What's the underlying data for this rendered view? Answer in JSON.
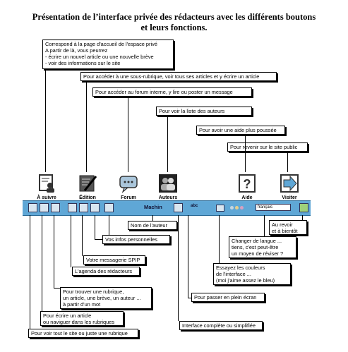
{
  "title_line1": "Présentation de l’interface privée des rédacteurs avec les différents boutons",
  "title_line2": "et leurs fonctions.",
  "top_boxes": {
    "accueil": [
      "Correspond à la page d'accueil  de l'espace privé",
      "A partir de là, vous peurrez",
      "- écrire un nouvel article ou une nouvelle brève",
      "- voir des informations sur le site"
    ],
    "edition": "Pour accéder à une sous-rubrique, voir tous ses articles et y écrire un article",
    "forum": "Pour accéder au forum interne, y lire ou poster un message",
    "auteurs": "Pour voir la liste des auteurs",
    "aide": "Pour avoir une aide plus poussée",
    "visiter": "Pour revenir sur le site public"
  },
  "nav_icons": [
    {
      "label": "À suivre",
      "icon": "document-user-icon"
    },
    {
      "label": "Édition",
      "icon": "pen-document-icon"
    },
    {
      "label": "Forum",
      "icon": "speech-bubble-icon"
    },
    {
      "label": "Auteurs",
      "icon": "users-icon"
    },
    {
      "label": "Aide",
      "icon": "question-mark-icon"
    },
    {
      "label": "Visiter",
      "icon": "arrow-forward-icon"
    }
  ],
  "toolbar": {
    "username": "Machin",
    "lang_select": "français",
    "abc_glyph": "abc"
  },
  "bottom_boxes": {
    "nom_auteur": "Nom de l'auteur",
    "infos_perso": "Vos infos personnelles",
    "messagerie": "Votre messagerie SPIP",
    "agenda": "L'agenda des rédacteurs",
    "trouver": [
      "Pour trouver une rubrique,",
      "un article, une brève, un auteur ...",
      "à partir d'un mot"
    ],
    "ecrire": [
      "Pour écrire un article",
      "ou naviguer dans les rubriques"
    ],
    "voir_site": "Pour voir tout le site ou juste une rubrique",
    "interface": "Interface complète ou simplifiée",
    "plein_ecran": "Pour passer en plein écran",
    "couleurs": [
      "Essayez les couleurs",
      "de l'interface ...",
      "(moi j'aime assez le bleu)"
    ],
    "langue": [
      "Changer de langue ...",
      "tiens, c'est peut-être",
      "un moyen de réviser ?"
    ],
    "revoir": [
      "Au revoir",
      "et à bientôt"
    ]
  },
  "colors": {
    "toolbar_bg": "#5fa7d6",
    "icon_dark": "#333333"
  }
}
